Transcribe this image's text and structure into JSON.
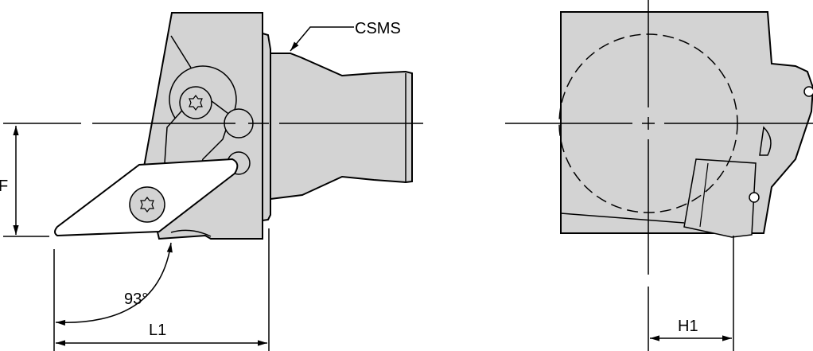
{
  "labels": {
    "connection": "CSMS",
    "dim_f": "F",
    "angle": "93°",
    "dim_l1": "L1",
    "dim_h1": "H1"
  },
  "colors": {
    "body": "#d3d3d3",
    "insert": "#ffffff",
    "line": "#000000"
  }
}
